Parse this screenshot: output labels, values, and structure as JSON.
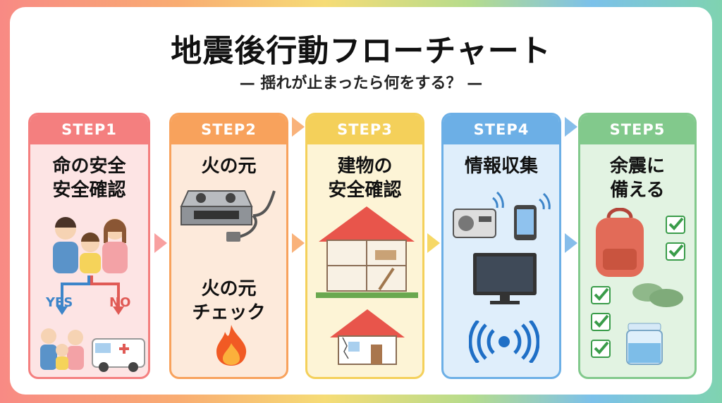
{
  "title": "地震後行動フローチャート",
  "subtitle": "— 揺れが止まったら何をする？ —",
  "steps": [
    {
      "label": "STEP1",
      "lines": [
        "命の安全",
        "安全確認"
      ],
      "yes": "YES",
      "no": "NO",
      "header": "#f47f7f",
      "body": "#fde4e4"
    },
    {
      "label": "STEP2",
      "lines": [
        "火の元"
      ],
      "lines2": [
        "火の元",
        "チェック"
      ],
      "header": "#f8a25c",
      "body": "#fdeadb"
    },
    {
      "label": "STEP3",
      "lines": [
        "建物の",
        "安全確認"
      ],
      "header": "#f4d05a",
      "body": "#fdf4d6"
    },
    {
      "label": "STEP4",
      "lines": [
        "情報収集"
      ],
      "header": "#6cafe6",
      "body": "#dfeefb"
    },
    {
      "label": "STEP5",
      "lines": [
        "余震に",
        "備える"
      ],
      "header": "#82c98c",
      "body": "#e2f3e2"
    }
  ]
}
